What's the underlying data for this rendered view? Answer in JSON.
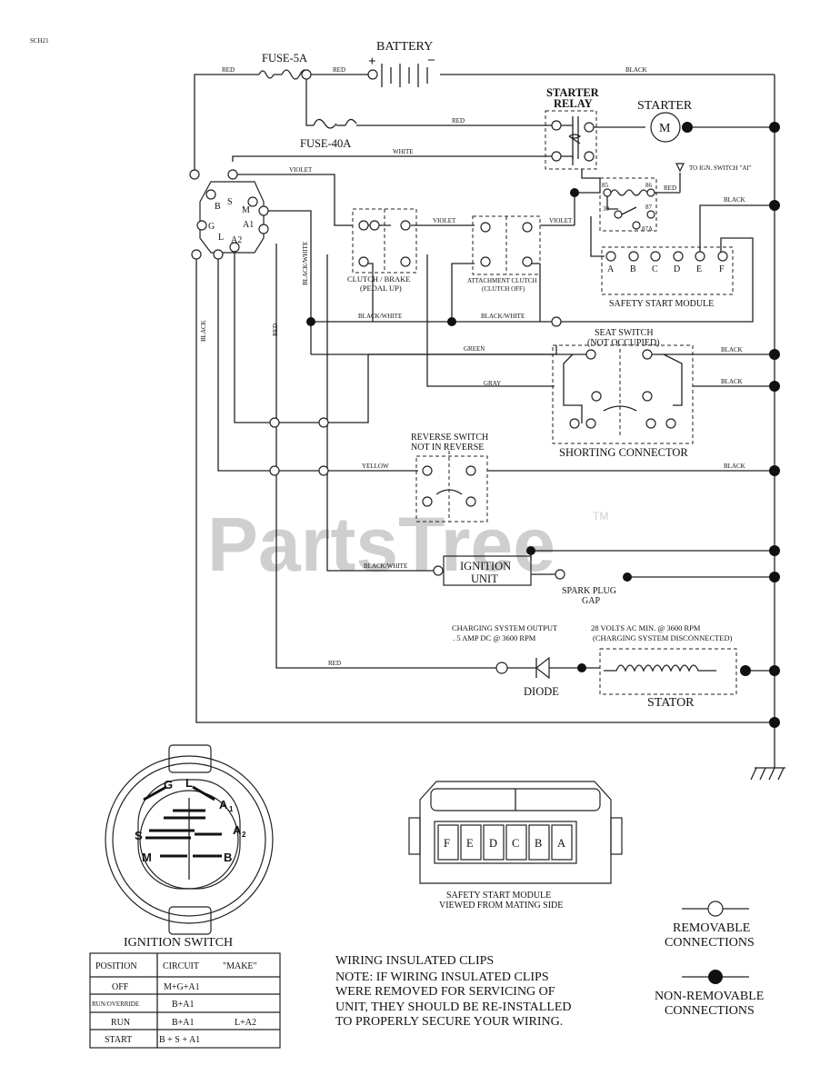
{
  "doc_id": "SCH21",
  "watermark": "PartsTree",
  "watermark_tm": "TM",
  "labels": {
    "fuse5": "FUSE-5A",
    "fuse40": "FUSE-40A",
    "battery": "BATTERY",
    "starter_relay_1": "STARTER",
    "starter_relay_2": "RELAY",
    "starter": "STARTER",
    "motor": "M",
    "ign_switch_ai": "TO IGN. SWITCH \"AI\"",
    "relay_85": "85",
    "relay_86": "86",
    "relay_30": "30",
    "relay_87": "87",
    "relay_87a": "87A",
    "ssm_a": "A",
    "ssm_b": "B",
    "ssm_c": "C",
    "ssm_d": "D",
    "ssm_e": "E",
    "ssm_f": "F",
    "ssm_title": "SAFETY START MODULE",
    "clutch_1": "CLUTCH / BRAKE",
    "clutch_2": "(PEDAL UP)",
    "attach_1": "ATTACHMENT CLUTCH",
    "attach_2": "(CLUTCH OFF)",
    "seat_1": "SEAT SWITCH",
    "seat_2": "(NOT OCCUPIED)",
    "shorting": "SHORTING CONNECTOR",
    "reverse_1": "REVERSE SWITCH",
    "reverse_2": "NOT IN REVERSE",
    "ignition_unit_1": "IGNITION",
    "ignition_unit_2": "UNIT",
    "spark_1": "SPARK PLUG",
    "spark_2": "GAP",
    "charging_1": "CHARGING SYSTEM OUTPUT",
    "charging_2": ". 5 AMP DC @ 3600 RPM",
    "volts_1": "28 VOLTS AC MIN. @ 3600 RPM",
    "volts_2": "(CHARGING SYSTEM DISCONNECTED)",
    "diode": "DIODE",
    "stator": "STATOR",
    "term_b": "B",
    "term_s": "S",
    "term_m": "M",
    "term_g": "G",
    "term_a1": "A1",
    "term_l": "L",
    "term_a2": "A2"
  },
  "wires": {
    "red": "RED",
    "black": "BLACK",
    "white": "WHITE",
    "violet": "VIOLET",
    "black_white": "BLACK/WHITE",
    "green": "GREEN",
    "gray": "GRAY",
    "yellow": "YELLOW"
  },
  "ign_switch": {
    "title": "IGNITION SWITCH",
    "g": "G",
    "l": "L",
    "a": "A",
    "a_sub1": "1",
    "a_sub2": "2",
    "s": "S",
    "m": "M",
    "b": "B",
    "headers": [
      "POSITION",
      "CIRCUIT",
      "\"MAKE\""
    ],
    "rows": [
      [
        "OFF",
        "M+G+A1",
        ""
      ],
      [
        "RUN/OVERRIDE",
        "B+A1",
        ""
      ],
      [
        "RUN",
        "B+A1",
        "L+A2"
      ],
      [
        "START",
        "B + S + A1",
        ""
      ]
    ]
  },
  "module_connector": {
    "slots": [
      "F",
      "E",
      "D",
      "C",
      "B",
      "A"
    ],
    "caption_1": "SAFETY START MODULE",
    "caption_2": "VIEWED FROM MATING SIDE"
  },
  "clips_note": {
    "title": "WIRING INSULATED CLIPS",
    "lines": [
      "NOTE: IF WIRING INSULATED CLIPS",
      "WERE REMOVED FOR SERVICING OF",
      "UNIT, THEY SHOULD BE RE-INSTALLED",
      "TO PROPERLY SECURE YOUR WIRING."
    ]
  },
  "legend": {
    "removable_1": "REMOVABLE",
    "removable_2": "CONNECTIONS",
    "nonremovable_1": "NON-REMOVABLE",
    "nonremovable_2": "CONNECTIONS"
  }
}
